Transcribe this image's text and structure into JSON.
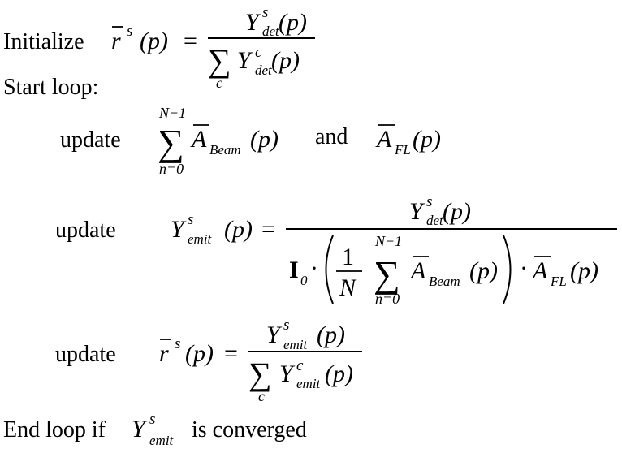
{
  "lines": {
    "initialize_label": "Initialize",
    "start_loop_label": "Start loop:",
    "update_label": "update",
    "and_label": "and",
    "end_loop_prefix": "End loop if",
    "end_loop_suffix": "is converged"
  },
  "symbols": {
    "ratio": "r",
    "yield": "Y",
    "attenuation": "A",
    "intensity": "I",
    "count_symbol": "N",
    "arg": "(p)",
    "equals": "=",
    "dot": "·",
    "one": "1",
    "sigma": "∑"
  },
  "scripts": {
    "sample": "s",
    "channel": "c",
    "det": "det",
    "emit": "emit",
    "beam": "Beam",
    "fl": "FL",
    "zero": "0",
    "lower_limit": "n=0",
    "upper_limit": "N−1"
  }
}
